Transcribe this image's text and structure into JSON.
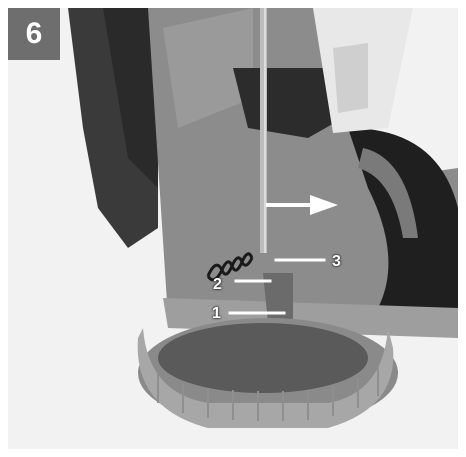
{
  "step": {
    "number": "6"
  },
  "callouts": [
    {
      "label": "1"
    },
    {
      "label": "2"
    },
    {
      "label": "3"
    }
  ],
  "arrow": {
    "direction": "right"
  },
  "colors": {
    "badge": "#6e6e6e",
    "callout_line": "#ffffff",
    "photo_bg": "#f2f2f2"
  }
}
